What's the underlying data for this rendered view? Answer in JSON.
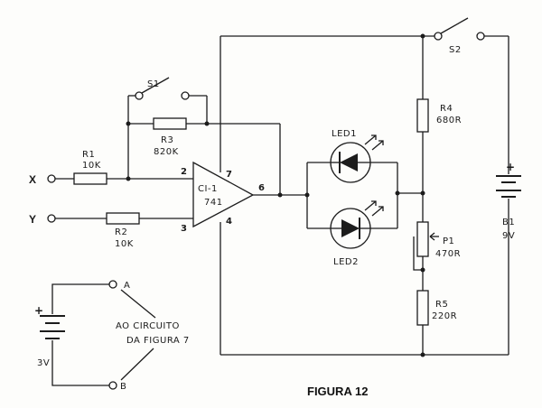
{
  "figure_caption": "FIGURA 12",
  "inputs": {
    "x": "X",
    "y": "Y",
    "a": "A",
    "b": "B"
  },
  "resistors": {
    "r1": {
      "name": "R1",
      "value": "10K"
    },
    "r2": {
      "name": "R2",
      "value": "10K"
    },
    "r3": {
      "name": "R3",
      "value": "820K"
    },
    "r4": {
      "name": "R4",
      "value": "680R"
    },
    "r5": {
      "name": "R5",
      "value": "220R"
    }
  },
  "potentiometer": {
    "name": "P1",
    "value": "470R"
  },
  "switches": {
    "s1": "S1",
    "s2": "S2"
  },
  "opamp": {
    "name": "CI-1",
    "model": "741",
    "pin_inv": "2",
    "pin_noninv": "3",
    "pin_vplus": "7",
    "pin_vminus": "4",
    "pin_out": "6"
  },
  "leds": {
    "led1": "LED1",
    "led2": "LED2"
  },
  "battery_main": {
    "name": "B1",
    "voltage": "9V",
    "polarity": "+"
  },
  "battery_aux": {
    "voltage": "3V",
    "polarity": "+"
  },
  "note": {
    "line1": "AO CIRCUITO",
    "line2": "DA FIGURA 7"
  }
}
